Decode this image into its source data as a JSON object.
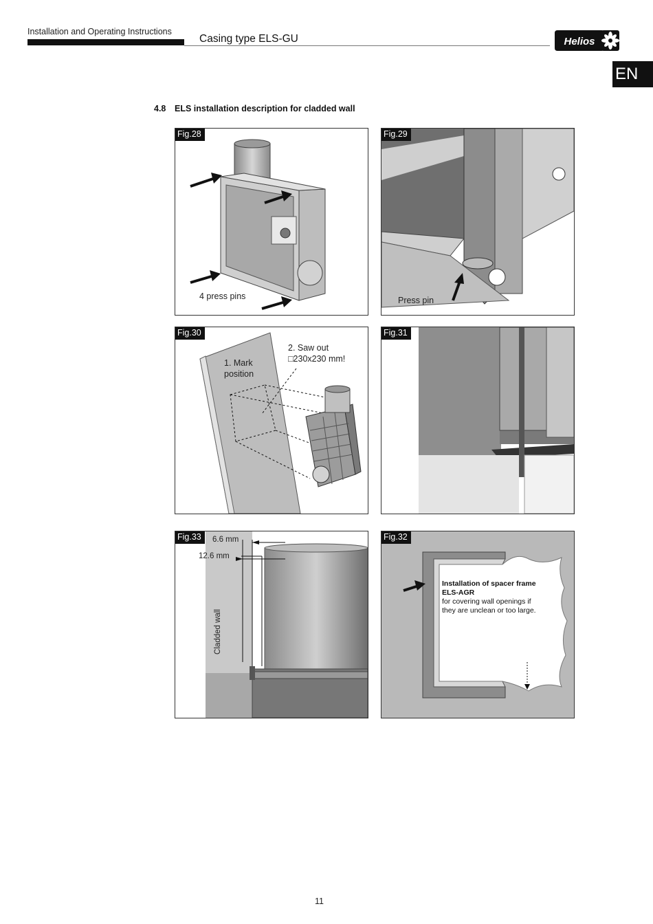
{
  "header": {
    "doc_type": "Installation and Operating Instructions",
    "title": "Casing type ELS-GU",
    "logo_text": "Helios",
    "language": "EN"
  },
  "section": {
    "number": "4.8",
    "title": "ELS installation description for cladded wall"
  },
  "figures": {
    "fig28": {
      "tag": "Fig.28",
      "label": "4 press pins"
    },
    "fig29": {
      "tag": "Fig.29",
      "label": "Press pin"
    },
    "fig30": {
      "tag": "Fig.30",
      "step1_line1": "1. Mark",
      "step1_line2": "position",
      "step2_line1": "2. Saw out",
      "step2_line2": "□230x230 mm!"
    },
    "fig31": {
      "tag": "Fig.31"
    },
    "fig33": {
      "tag": "Fig.33",
      "dim1": "6.6 mm",
      "dim2": "12.6 mm",
      "wall_label": "Cladded wall"
    },
    "fig32": {
      "tag": "Fig.32",
      "note_title_1": "Installation of spacer frame",
      "note_title_2": "ELS-AGR",
      "note_line_1": "for covering wall openings if",
      "note_line_2": "they are unclean or too large."
    }
  },
  "footer": {
    "page_number": "11"
  },
  "colors": {
    "ink": "#111111",
    "frame_grey": "#8c8c8c",
    "wall_grey": "#b9b9b9"
  }
}
